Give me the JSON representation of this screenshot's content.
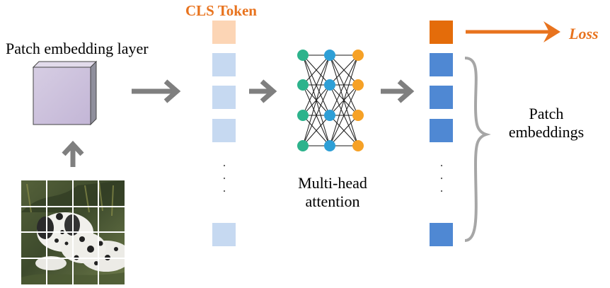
{
  "labels": {
    "cls_token": "CLS Token",
    "patch_embedding_layer": "Patch embedding layer",
    "multi_head_attention": "Multi-head attention",
    "patch_embeddings": "Patch embeddings",
    "loss": "Loss"
  },
  "colors": {
    "cls_token_in": "#fcd5b5",
    "patch_token_in": "#c6d9f1",
    "cls_token_out": "#e46c0a",
    "patch_token_out": "#4f88d3",
    "arrow_gray": "#7f7f7f",
    "loss_orange": "#e8731e",
    "node_green": "#2db38c",
    "node_blue": "#2e9fd6",
    "node_orange": "#f6a126",
    "cube_face": "#ccc1da",
    "brace": "#a6a6a6"
  },
  "icons": [
    "input-image-patch-grid",
    "neural-network-icon",
    "cube-layer-icon"
  ]
}
